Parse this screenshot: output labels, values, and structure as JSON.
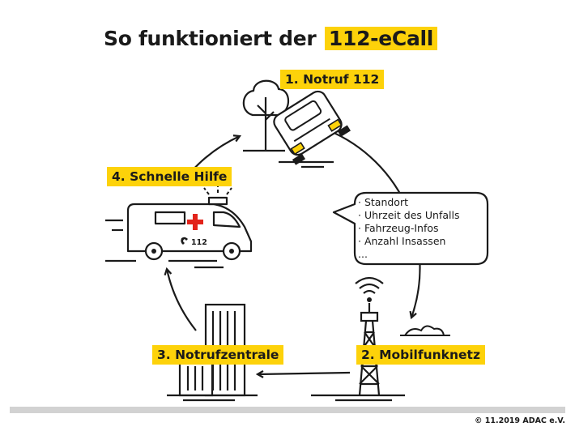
{
  "title": {
    "prefix": "So funktioniert der",
    "highlight": "112-eCall"
  },
  "steps": [
    {
      "label": "1. Notruf 112"
    },
    {
      "label": "2. Mobilfunknetz"
    },
    {
      "label": "3. Notrufzentrale"
    },
    {
      "label": "4. Schnelle Hilfe"
    }
  ],
  "bubble_items": [
    "· Standort",
    "· Uhrzeit des Unfalls",
    "· Fahrzeug-Infos",
    "· Anzahl Insassen",
    "..."
  ],
  "ambulance_number": "112",
  "footer": {
    "copyright": "© 11.2019  ADAC e.V."
  },
  "colors": {
    "accent": "#fdd20a",
    "ink": "#1a1a1a",
    "cross": "#e2231a",
    "footer_bar": "#d2d2d2"
  }
}
